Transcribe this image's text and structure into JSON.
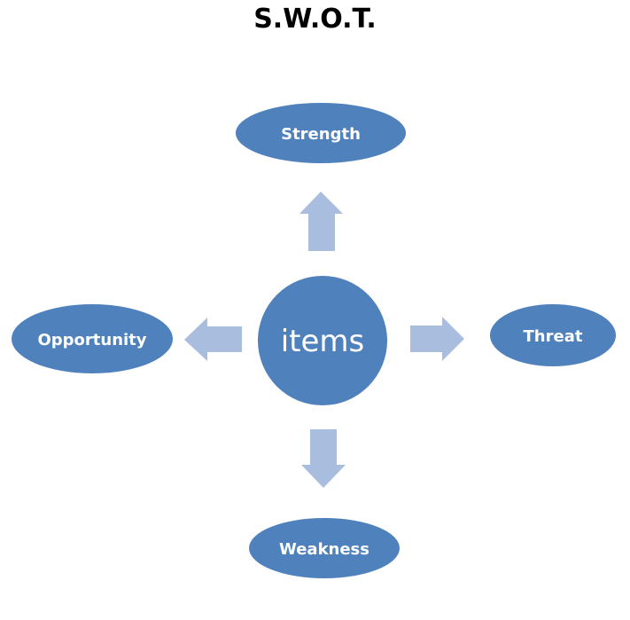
{
  "title": "S.W.O.T.",
  "colors": {
    "node_fill": "#4F81BD",
    "arrow_fill": "#A9BEDF",
    "text": "#FFFFFF"
  },
  "center": {
    "label": "items"
  },
  "nodes": {
    "strength": {
      "label": "Strength",
      "direction": "up"
    },
    "opportunity": {
      "label": "Opportunity",
      "direction": "left"
    },
    "threat": {
      "label": "Threat",
      "direction": "right"
    },
    "weakness": {
      "label": "Weakness",
      "direction": "down"
    }
  }
}
